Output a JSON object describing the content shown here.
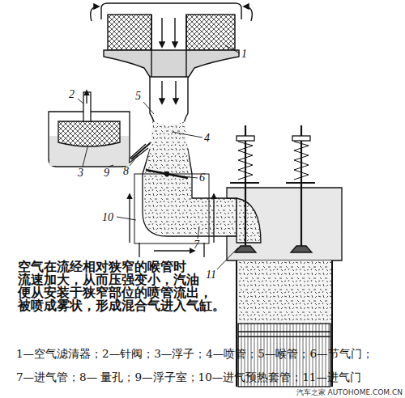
{
  "diagram": {
    "labels": [
      "1",
      "2",
      "3",
      "4",
      "5",
      "6",
      "7",
      "8",
      "9",
      "10",
      "11",
      "空气在流经相对狭窄的喉管时 流速加大，从而压强变小，汽油 便从安装于狭窄部位的喷管流出， 被喷成雾状，形成混合气进入气缸。",
      "1—空气滤清器；2—针阀；3—浮子；4—喷管；5—喉管；6—节气门；",
      "7—进气管；8— 量孔；9—浮子室；10—进气预热套管；11—进气门",
      "汽车之家 AUTOHOME.COM.CN"
    ]
  }
}
